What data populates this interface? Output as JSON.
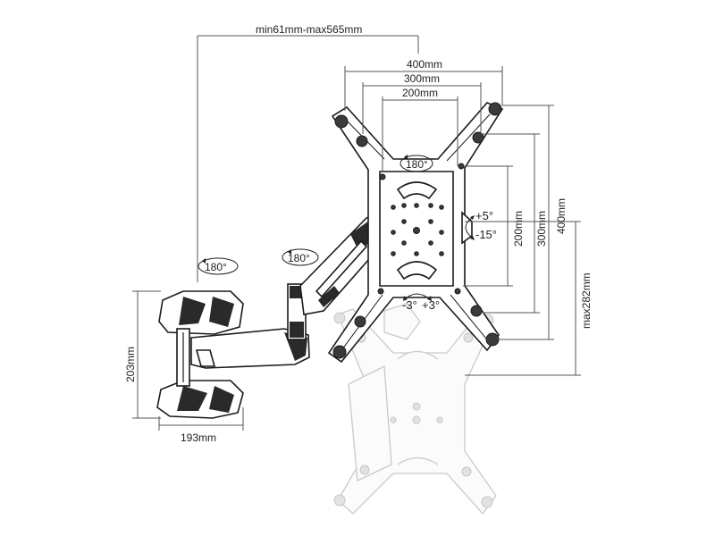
{
  "dimensions": {
    "extension": "min61mm-max565mm",
    "vesa_width_400": "400mm",
    "vesa_width_300": "300mm",
    "vesa_width_200": "200mm",
    "vesa_height_200": "200mm",
    "vesa_height_300": "300mm",
    "vesa_height_400": "400mm",
    "height_shift": "max282mm",
    "wall_plate_height": "203mm",
    "wall_plate_width": "193mm"
  },
  "rotations": {
    "wall_swivel": "180°",
    "arm_swivel": "180°",
    "plate_rotation": "180°"
  },
  "tilt": {
    "up": "+5°",
    "down": "-15°"
  },
  "level": {
    "left": "-3°",
    "right": "+3°"
  },
  "colors": {
    "line": "#1b1b1b",
    "ghost": "#c9c9c9",
    "dimension": "#555555"
  }
}
